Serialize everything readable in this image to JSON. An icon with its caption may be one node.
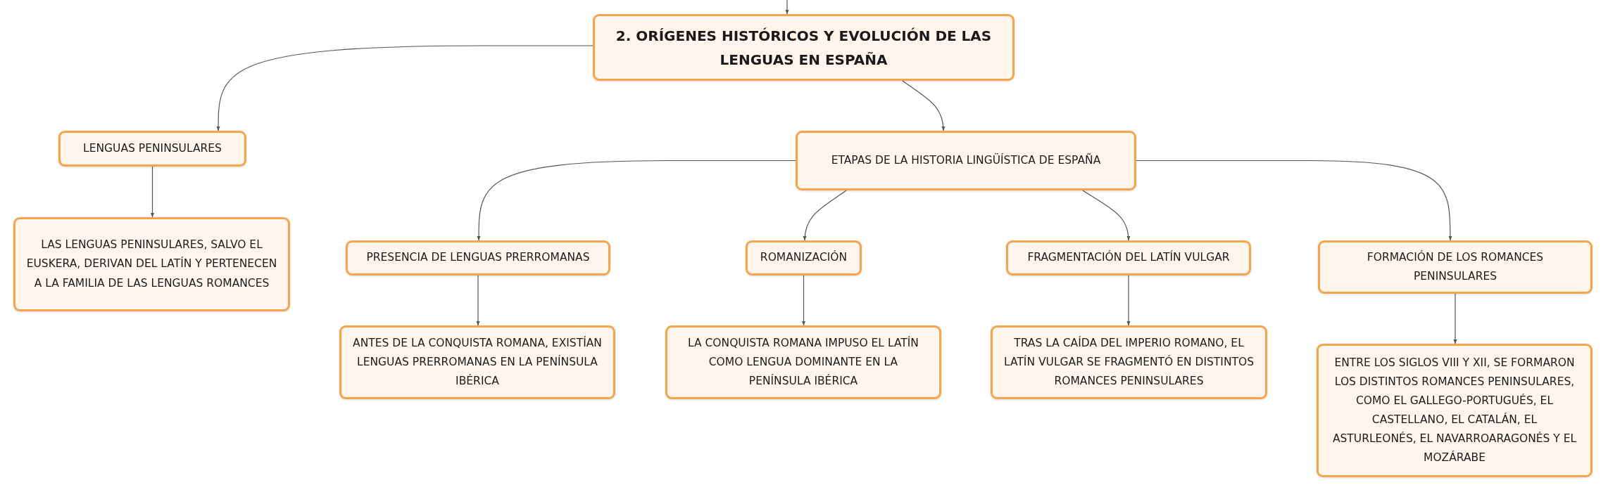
{
  "diagram": {
    "nodes": [
      {
        "text": [
          "2. ORÍGENES HISTÓRICOS Y EVOLUCIÓN DE LAS LENGUAS EN ESPAÑA"
        ]
      },
      {
        "text": [
          "LENGUAS PENINSULARES"
        ]
      },
      {
        "text": [
          "LAS LENGUAS PENINSULARES, SALVO EL EUSKERA, DERIVAN DEL LATÍN Y PERTENECEN A LA FAMILIA DE LAS LENGUAS ROMANCES"
        ]
      },
      {
        "text": [
          "ETAPAS DE LA HISTORIA LINGÜÍSTICA DE ESPAÑA"
        ]
      },
      {
        "text": [
          "PRESENCIA DE LENGUAS PRERROMANAS"
        ]
      },
      {
        "text": [
          "ANTES DE LA CONQUISTA ROMANA, EXISTÍAN LENGUAS PRERROMANAS EN LA PENÍNSULA IBÉRICA"
        ]
      },
      {
        "text": [
          "ROMANIZACIÓN"
        ]
      },
      {
        "text": [
          "LA CONQUISTA ROMANA IMPUSO EL LATÍN COMO LENGUA DOMINANTE EN LA PENÍNSULA IBÉRICA"
        ]
      },
      {
        "text": [
          "FRAGMENTACIÓN DEL LATÍN VULGAR"
        ]
      },
      {
        "text": [
          "TRAS LA CAÍDA DEL IMPERIO ROMANO, EL LATÍN VULGAR SE FRAGMENTÓ EN DISTINTOS ROMANCES PENINSULARES"
        ]
      },
      {
        "text": [
          "FORMACIÓN DE LOS ROMANCES PENINSULARES"
        ]
      },
      {
        "text": [
          "ENTRE LOS SIGLOS VIII Y XII, SE FORMARON LOS DISTINTOS ROMANCES PENINSULARES, COMO EL GALLEGO-PORTUGUÉS, EL CASTELLANO, EL CATALÁN, EL ASTURLEONÉS, EL NAVARROARAGONÉS Y EL MOZÁRABE"
        ]
      }
    ],
    "edges": [
      {
        "from": null,
        "to": 0,
        "arrow": "to"
      },
      {
        "from": 0,
        "to": 1,
        "arrow": "to"
      },
      {
        "from": 1,
        "to": 2,
        "arrow": "to"
      },
      {
        "from": 0,
        "to": 3,
        "arrow": "to"
      },
      {
        "from": 3,
        "to": 4,
        "arrow": "to"
      },
      {
        "from": 4,
        "to": 5,
        "arrow": "to"
      },
      {
        "from": 3,
        "to": 6,
        "arrow": "to"
      },
      {
        "from": 6,
        "to": 7,
        "arrow": "to"
      },
      {
        "from": 3,
        "to": 8,
        "arrow": "to"
      },
      {
        "from": 8,
        "to": 9,
        "arrow": "to"
      },
      {
        "from": 3,
        "to": 10,
        "arrow": "to"
      },
      {
        "from": 10,
        "to": 11,
        "arrow": "to"
      }
    ]
  }
}
